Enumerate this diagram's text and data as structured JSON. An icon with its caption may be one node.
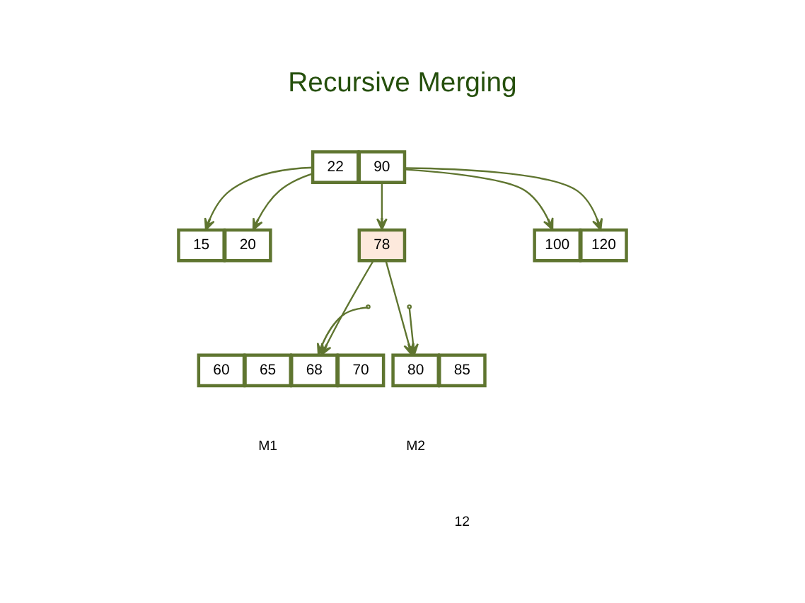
{
  "diagram": {
    "title": "Recursive Merging",
    "nodes": [
      {
        "text": [
          "22"
        ]
      },
      {
        "text": [
          "90"
        ]
      },
      {
        "text": [
          "15"
        ]
      },
      {
        "text": [
          "20"
        ]
      },
      {
        "text": [
          "78"
        ]
      },
      {
        "text": [
          "100"
        ]
      },
      {
        "text": [
          "120"
        ]
      },
      {
        "text": [
          "60"
        ]
      },
      {
        "text": [
          "65"
        ]
      },
      {
        "text": [
          "68"
        ]
      },
      {
        "text": [
          "70"
        ]
      },
      {
        "text": [
          "80"
        ]
      },
      {
        "text": [
          "85"
        ]
      }
    ],
    "edges": [
      {
        "from": 0,
        "to": 2,
        "arrow": "to"
      },
      {
        "from": 0,
        "to": 3,
        "arrow": "to"
      },
      {
        "from": 1,
        "to": 4,
        "arrow": "to"
      },
      {
        "from": 1,
        "to": 5,
        "arrow": "to"
      },
      {
        "from": 1,
        "to": 6,
        "arrow": "to"
      },
      {
        "from": null,
        "to": 9,
        "arrow": "to"
      },
      {
        "from": 4,
        "to": 9,
        "arrow": "to"
      },
      {
        "from": null,
        "to": 11,
        "arrow": "to"
      },
      {
        "from": 4,
        "to": 11,
        "arrow": "to"
      }
    ],
    "labels": [
      "M1",
      "M2",
      "12"
    ]
  }
}
